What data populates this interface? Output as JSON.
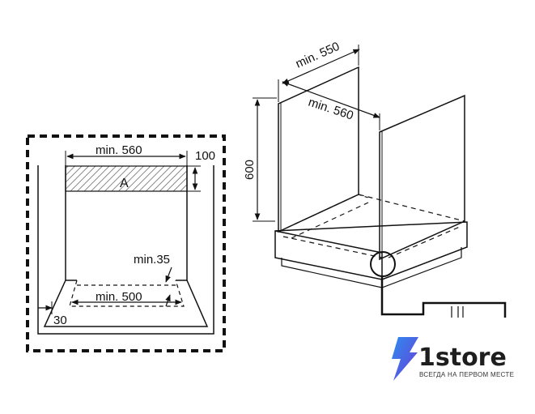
{
  "front_view": {
    "label_width": "min. 560",
    "label_top": "100",
    "label_zone": "A",
    "label_depth_gap": "min.35",
    "label_bottom_width": "min. 500",
    "label_side": "30"
  },
  "cabinet_view": {
    "label_depth": "min. 550",
    "label_width": "min. 560",
    "label_height": "600"
  },
  "brand": {
    "name": "1store",
    "tagline": "ВСЕГДА НА ПЕРВОМ МЕСТЕ",
    "accent_color": "#2d8cf0",
    "accent_color_dark": "#6a3cd6"
  }
}
